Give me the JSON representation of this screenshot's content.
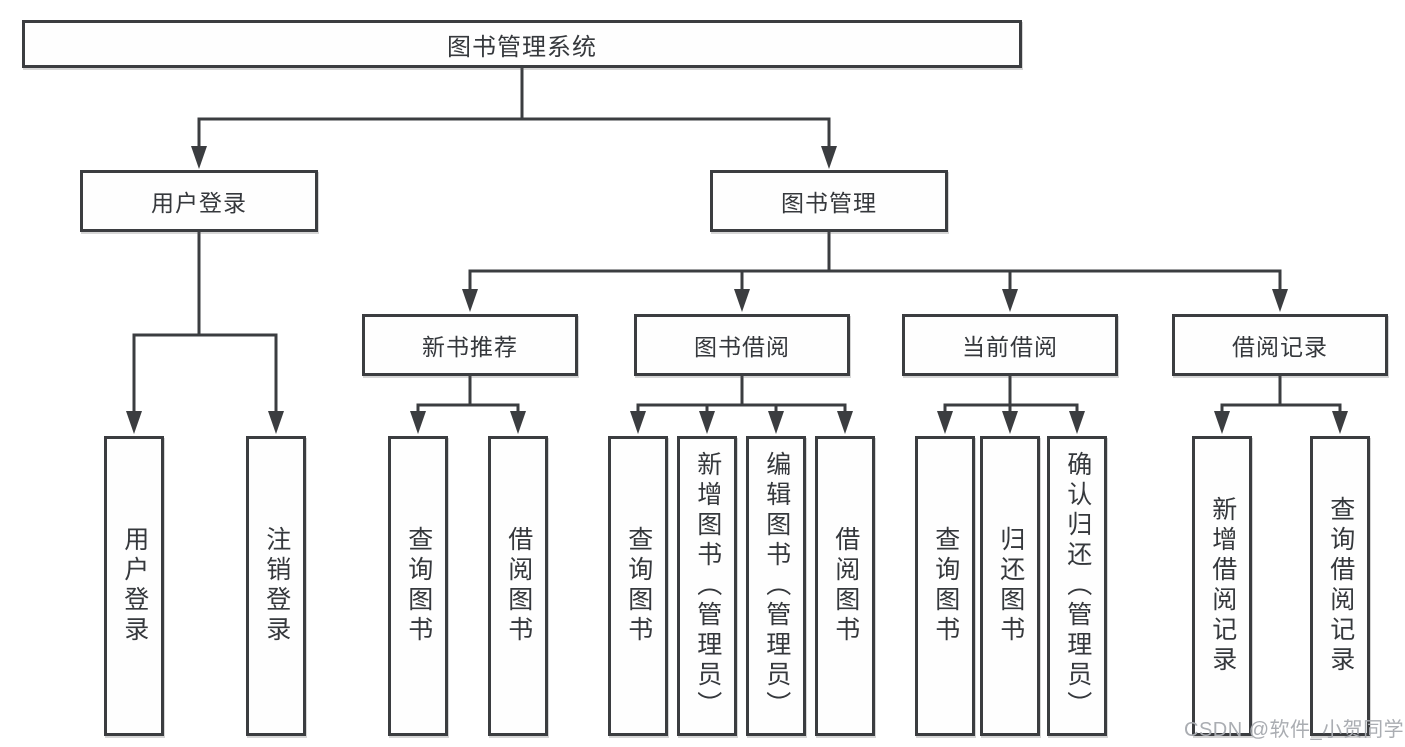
{
  "diagram": {
    "root": {
      "label": "图书管理系统"
    },
    "branches": [
      {
        "label": "用户登录",
        "children": [
          {
            "label": "用户登录"
          },
          {
            "label": "注销登录"
          }
        ]
      },
      {
        "label": "图书管理",
        "children": [
          {
            "label": "新书推荐",
            "children": [
              {
                "label": "查询图书"
              },
              {
                "label": "借阅图书"
              }
            ]
          },
          {
            "label": "图书借阅",
            "children": [
              {
                "label": "查询图书"
              },
              {
                "label": "新增图书（管理员）"
              },
              {
                "label": "编辑图书（管理员）"
              },
              {
                "label": "借阅图书"
              }
            ]
          },
          {
            "label": "当前借阅",
            "children": [
              {
                "label": "查询图书"
              },
              {
                "label": "归还图书"
              },
              {
                "label": "确认归还（管理员）"
              }
            ]
          },
          {
            "label": "借阅记录",
            "children": [
              {
                "label": "新增借阅记录"
              },
              {
                "label": "查询借阅记录"
              }
            ]
          }
        ]
      }
    ]
  },
  "watermark": {
    "text": "CSDN @软件_小贺同学"
  },
  "colors": {
    "line": "#3b3d40",
    "box_border": "#3b3d40",
    "text": "#35383c",
    "watermark": "#aaadb2",
    "background": "#ffffff"
  }
}
